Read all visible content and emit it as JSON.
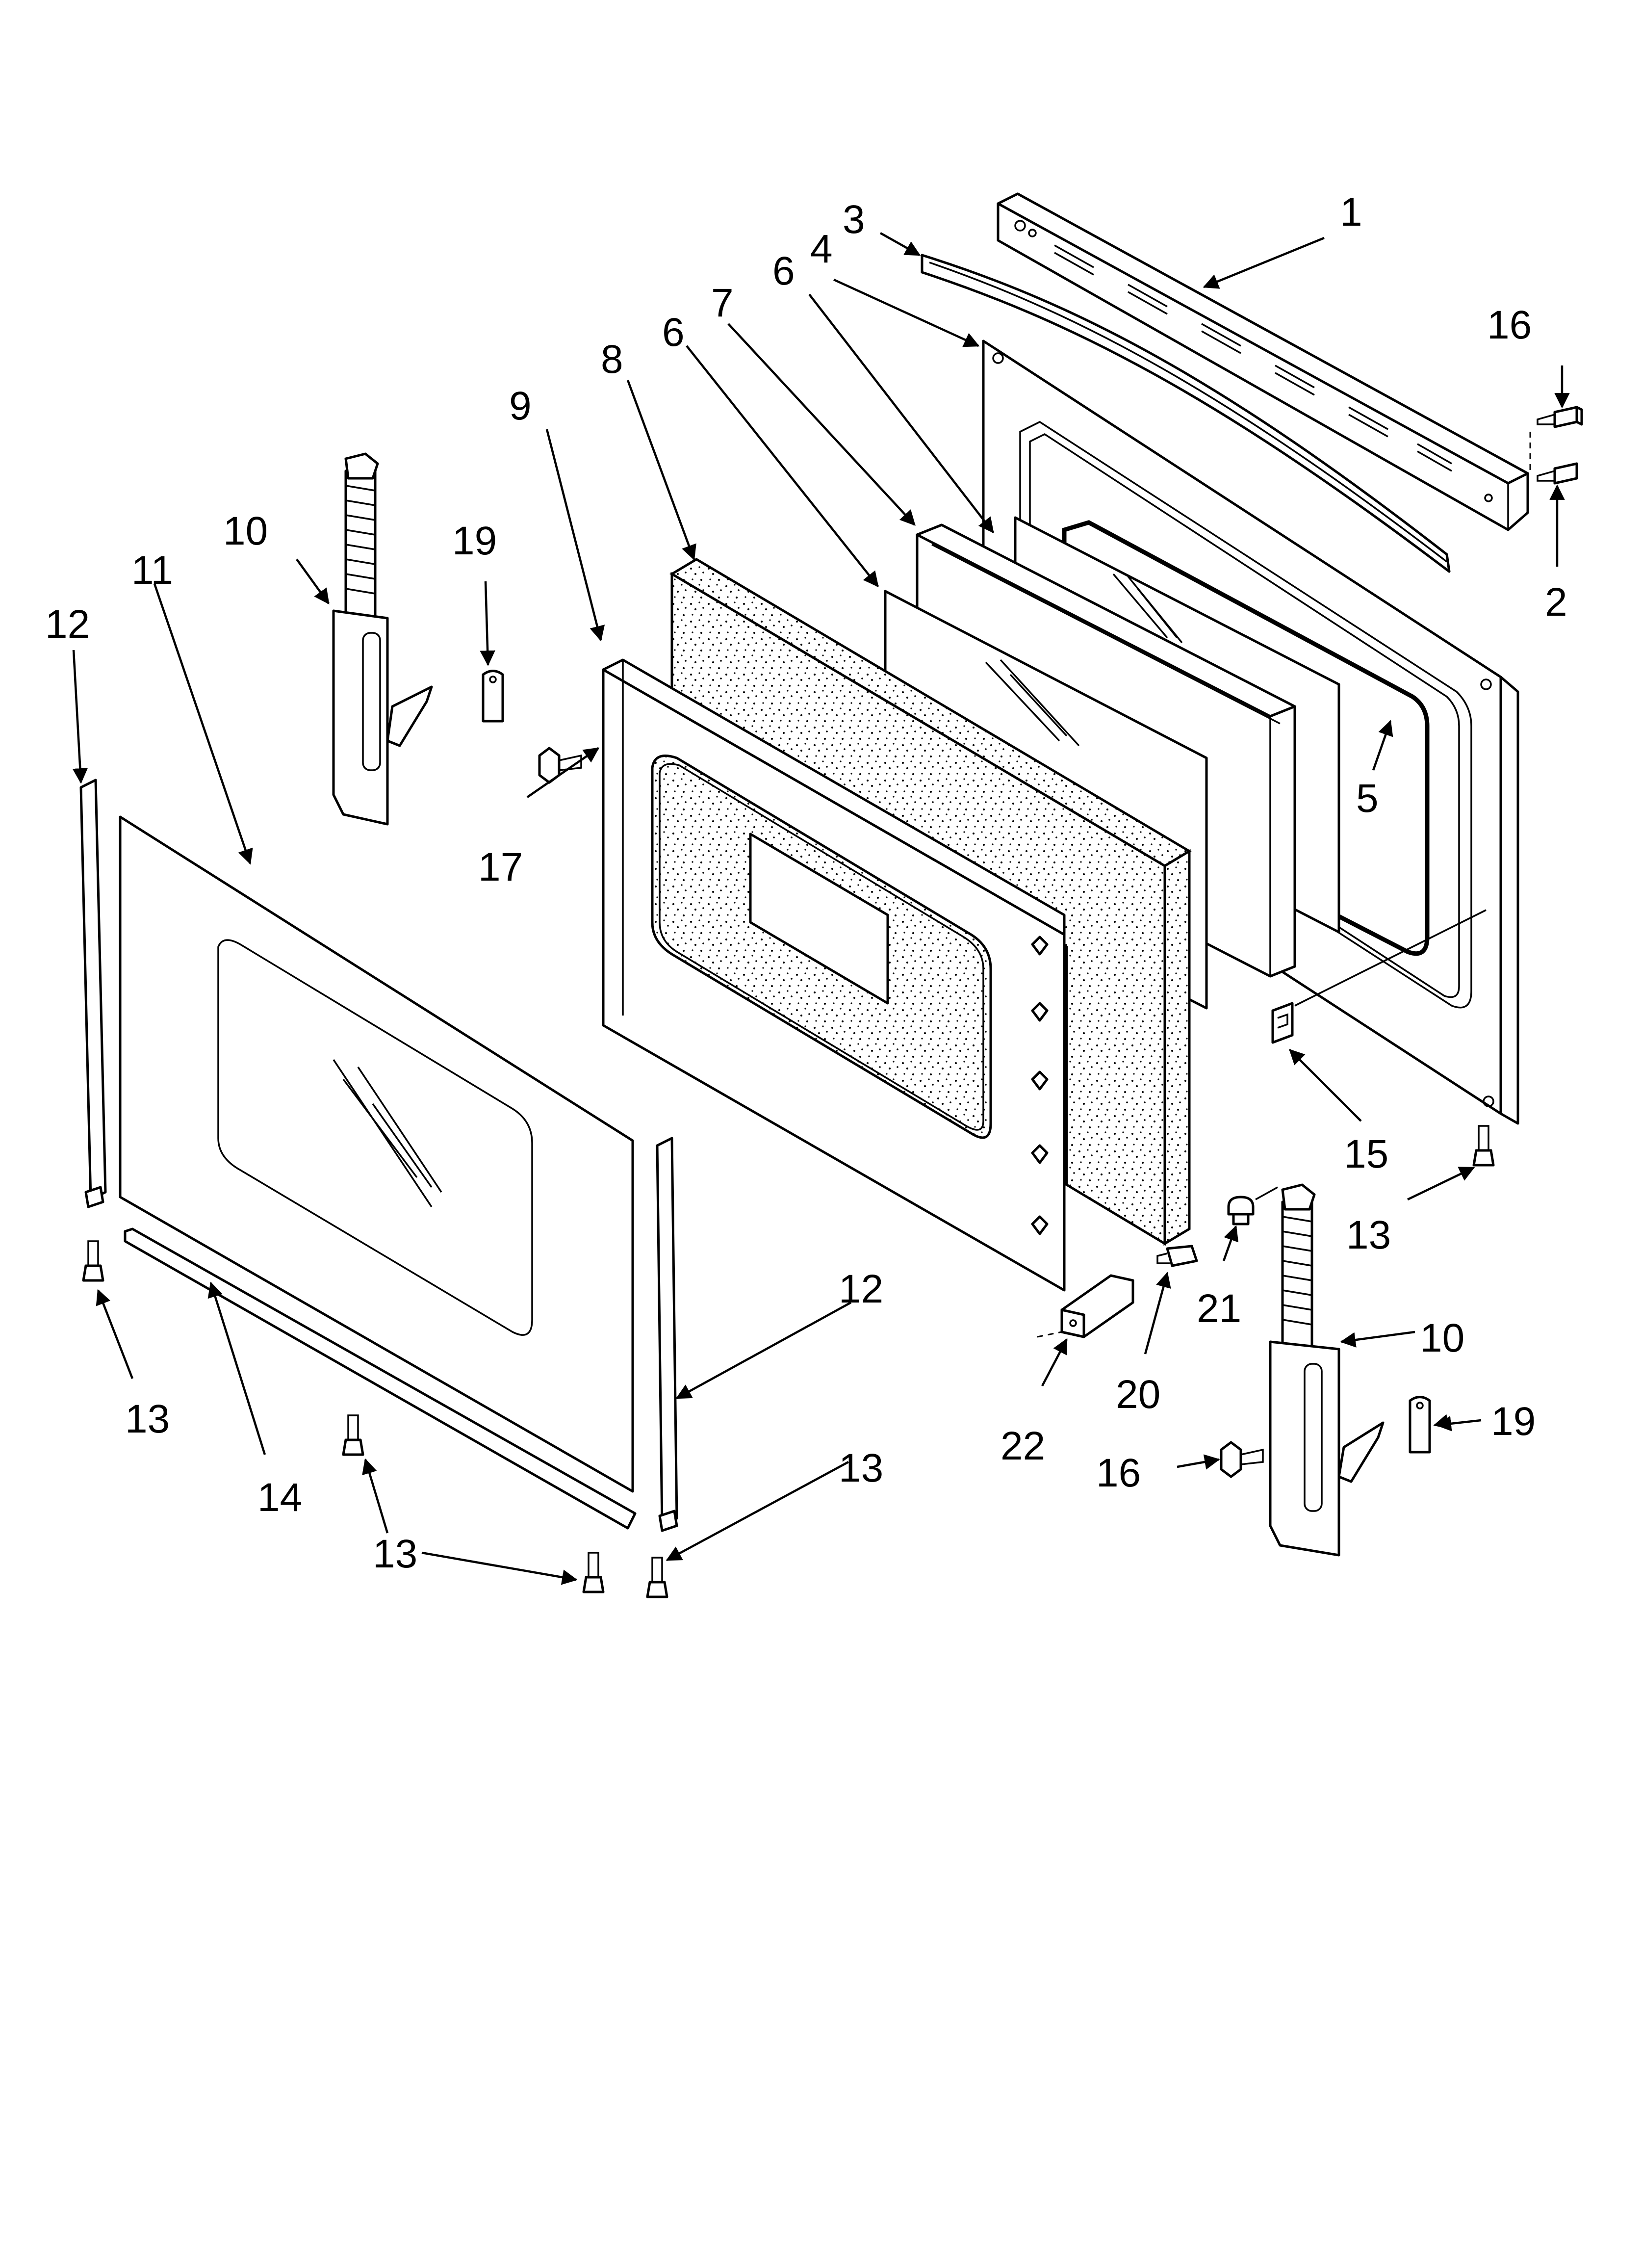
{
  "diagram": {
    "type": "exploded-parts-view",
    "callouts": [
      {
        "id": "c1",
        "label": "1"
      },
      {
        "id": "c2",
        "label": "2"
      },
      {
        "id": "c3",
        "label": "3"
      },
      {
        "id": "c4",
        "label": "4"
      },
      {
        "id": "c5",
        "label": "5"
      },
      {
        "id": "c6a",
        "label": "6"
      },
      {
        "id": "c6b",
        "label": "6"
      },
      {
        "id": "c7",
        "label": "7"
      },
      {
        "id": "c8",
        "label": "8"
      },
      {
        "id": "c9",
        "label": "9"
      },
      {
        "id": "c10a",
        "label": "10"
      },
      {
        "id": "c10b",
        "label": "10"
      },
      {
        "id": "c11",
        "label": "11"
      },
      {
        "id": "c12a",
        "label": "12"
      },
      {
        "id": "c12b",
        "label": "12"
      },
      {
        "id": "c13a",
        "label": "13"
      },
      {
        "id": "c13b",
        "label": "13"
      },
      {
        "id": "c13c",
        "label": "13"
      },
      {
        "id": "c13d",
        "label": "13"
      },
      {
        "id": "c14",
        "label": "14"
      },
      {
        "id": "c15",
        "label": "15"
      },
      {
        "id": "c16a",
        "label": "16"
      },
      {
        "id": "c16b",
        "label": "16"
      },
      {
        "id": "c17",
        "label": "17"
      },
      {
        "id": "c19a",
        "label": "19"
      },
      {
        "id": "c19b",
        "label": "19"
      },
      {
        "id": "c20",
        "label": "20"
      },
      {
        "id": "c21",
        "label": "21"
      },
      {
        "id": "c22",
        "label": "22"
      }
    ]
  }
}
